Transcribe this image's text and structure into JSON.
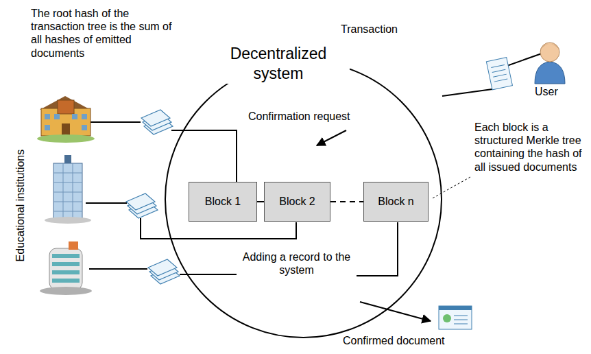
{
  "diagram": {
    "nodes": [
      {
        "text": [
          "Decentralized system"
        ]
      },
      {
        "text": [
          "Block 1"
        ],
        "in": 0
      },
      {
        "text": [
          "Block 2"
        ],
        "in": 0
      },
      {
        "text": [
          "Block n"
        ],
        "in": 0
      }
    ],
    "edges": [
      {
        "from": 1,
        "to": 2,
        "arrow": "none"
      },
      {
        "from": 2,
        "to": 3,
        "arrow": "none"
      }
    ],
    "labels": [
      "The root hash of the transaction tree is the sum of all hashes of emitted documents",
      "Transaction",
      "User",
      "Educational institutions",
      "Confirmation request",
      "Each block is a structured Merkle tree containing the hash of all issued documents",
      "Adding a record to the system",
      "Confirmed document"
    ]
  }
}
